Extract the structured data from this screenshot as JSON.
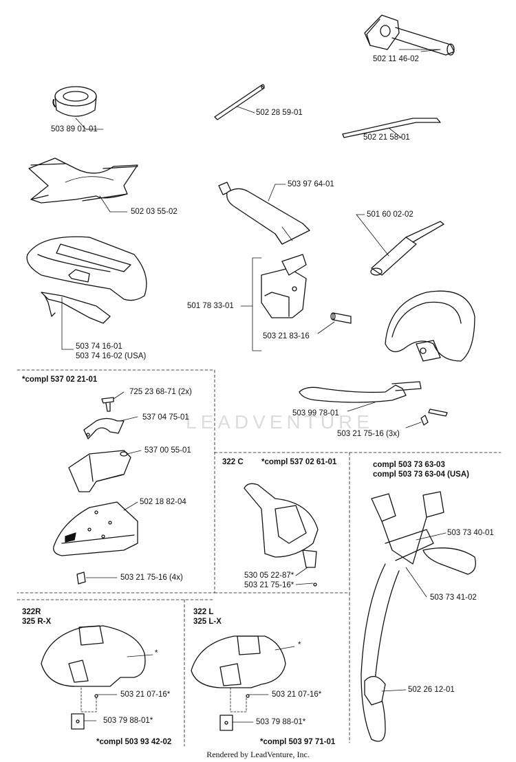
{
  "labels": {
    "p_502_11_46_02": "502 11 46-02",
    "p_503_89_01_01": "503 89 01-01",
    "p_502_28_59_01": "502 28 59-01",
    "p_502_21_58_01": "502 21 58-01",
    "p_503_97_64_01": "503 97 64-01",
    "p_502_03_55_02": "502 03 55-02",
    "p_501_60_02_02": "501 60 02-02",
    "p_501_78_33_01": "501 78 33-01",
    "p_503_21_83_16": "503 21 83-16",
    "p_503_74_16_01": "503 74 16-01",
    "p_503_74_16_02": "503 74 16-02 (USA)",
    "p_503_99_78_01": "503 99 78-01",
    "p_503_21_75_16_3x": "503 21 75-16 (3x)",
    "compl_537_02_21_01": "*compl 537 02 21-01",
    "p_725_23_68_71": "725 23 68-71 (2x)",
    "p_537_04_75_01": "537 04 75-01",
    "p_537_00_55_01": "537 00 55-01",
    "p_502_18_82_04": "502 18 82-04",
    "p_503_21_75_16_4x": "503 21 75-16 (4x)",
    "model_322c": "322 C",
    "compl_537_02_61_01": "*compl 537 02 61-01",
    "p_530_05_22_87": "530 05 22-87*",
    "p_503_21_75_16_star": "503 21 75-16*",
    "compl_503_73_63_03": "compl 503 73 63-03",
    "compl_503_73_63_04": "compl 503 73 63-04 (USA)",
    "p_503_73_40_01": "503 73 40-01",
    "p_503_73_41_02": "503 73 41-02",
    "p_502_26_12_01": "502 26 12-01",
    "model_322r": "322R",
    "model_325rx": "325 R-X",
    "star_r": "*",
    "p_503_21_07_16_r": "503 21 07-16*",
    "p_503_79_88_01_r": "503 79 88-01*",
    "compl_503_93_42_02": "*compl 503 93 42-02",
    "model_322l": "322 L",
    "model_325lx": "325 L-X",
    "star_l": "*",
    "p_503_21_07_16_l": "503 21 07-16*",
    "p_503_79_88_01_l": "503 79 88-01*",
    "compl_503_97_71_01": "*compl 503 97 71-01"
  },
  "watermark": "LEADVENTURE",
  "footer": "Rendered by LeadVenture, Inc."
}
